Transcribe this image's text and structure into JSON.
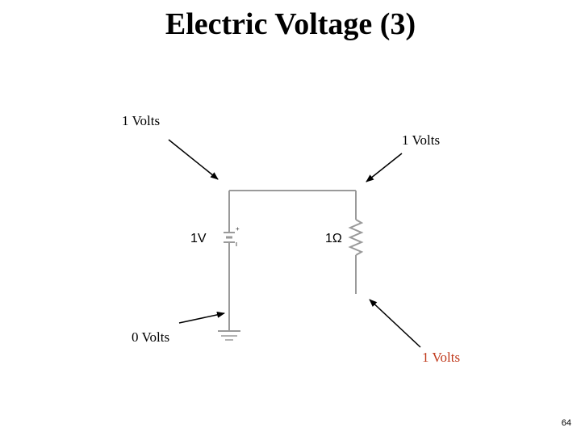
{
  "slide": {
    "title": "Electric Voltage (3)",
    "page_number": "64"
  },
  "labels": {
    "top_left": "1 Volts",
    "top_right": "1 Volts",
    "bottom_left": "0 Volts",
    "bottom_right": "1 Volts"
  },
  "circuit": {
    "battery_label": "1V",
    "battery_plus": "+",
    "resistor_label": "1Ω"
  },
  "colors": {
    "highlight_label": "#c0391b",
    "wire": "#9a9a9a"
  }
}
